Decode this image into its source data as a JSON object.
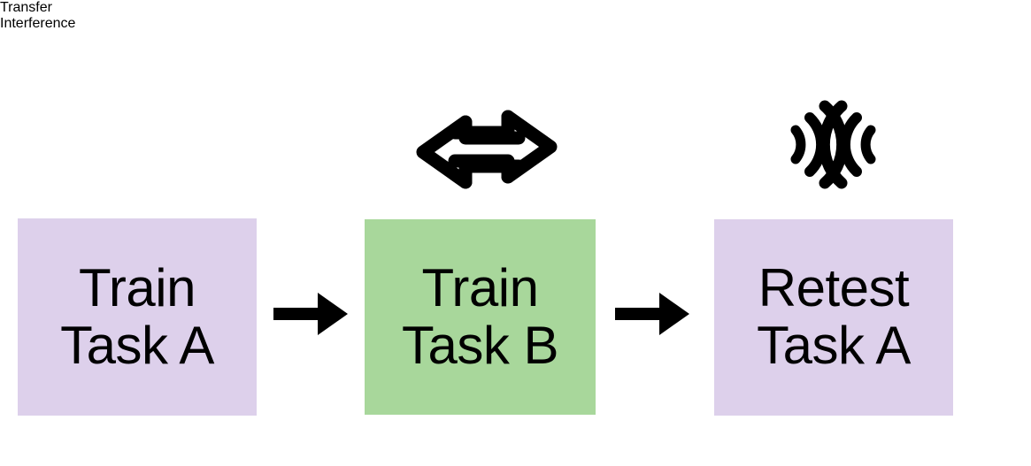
{
  "diagram": {
    "title_implicit": "Transfer and interference between sequentially trained tasks",
    "background_color": "#ffffff",
    "annotations": [
      {
        "id": "transfer",
        "label": "Transfer",
        "icon": "bidirectional-arrow-icon",
        "color": "#000000"
      },
      {
        "id": "interference",
        "label": "Interference",
        "icon": "interference-waves-icon",
        "color": "#000000"
      }
    ],
    "stages": [
      {
        "id": "train-task-a",
        "line1": "Train",
        "line2": "Task A",
        "fill": "#DDD0EB",
        "text_color": "#000000"
      },
      {
        "id": "train-task-b",
        "line1": "Train",
        "line2": "Task B",
        "fill": "#A8D79B",
        "text_color": "#000000"
      },
      {
        "id": "retest-task-a",
        "line1": "Retest",
        "line2": "Task A",
        "fill": "#DDD0EB",
        "text_color": "#000000"
      }
    ],
    "connectors": [
      {
        "id": "arrow-a-to-b",
        "icon": "right-arrow-icon",
        "color": "#000000"
      },
      {
        "id": "arrow-b-to-retest",
        "icon": "right-arrow-icon",
        "color": "#000000"
      }
    ]
  }
}
